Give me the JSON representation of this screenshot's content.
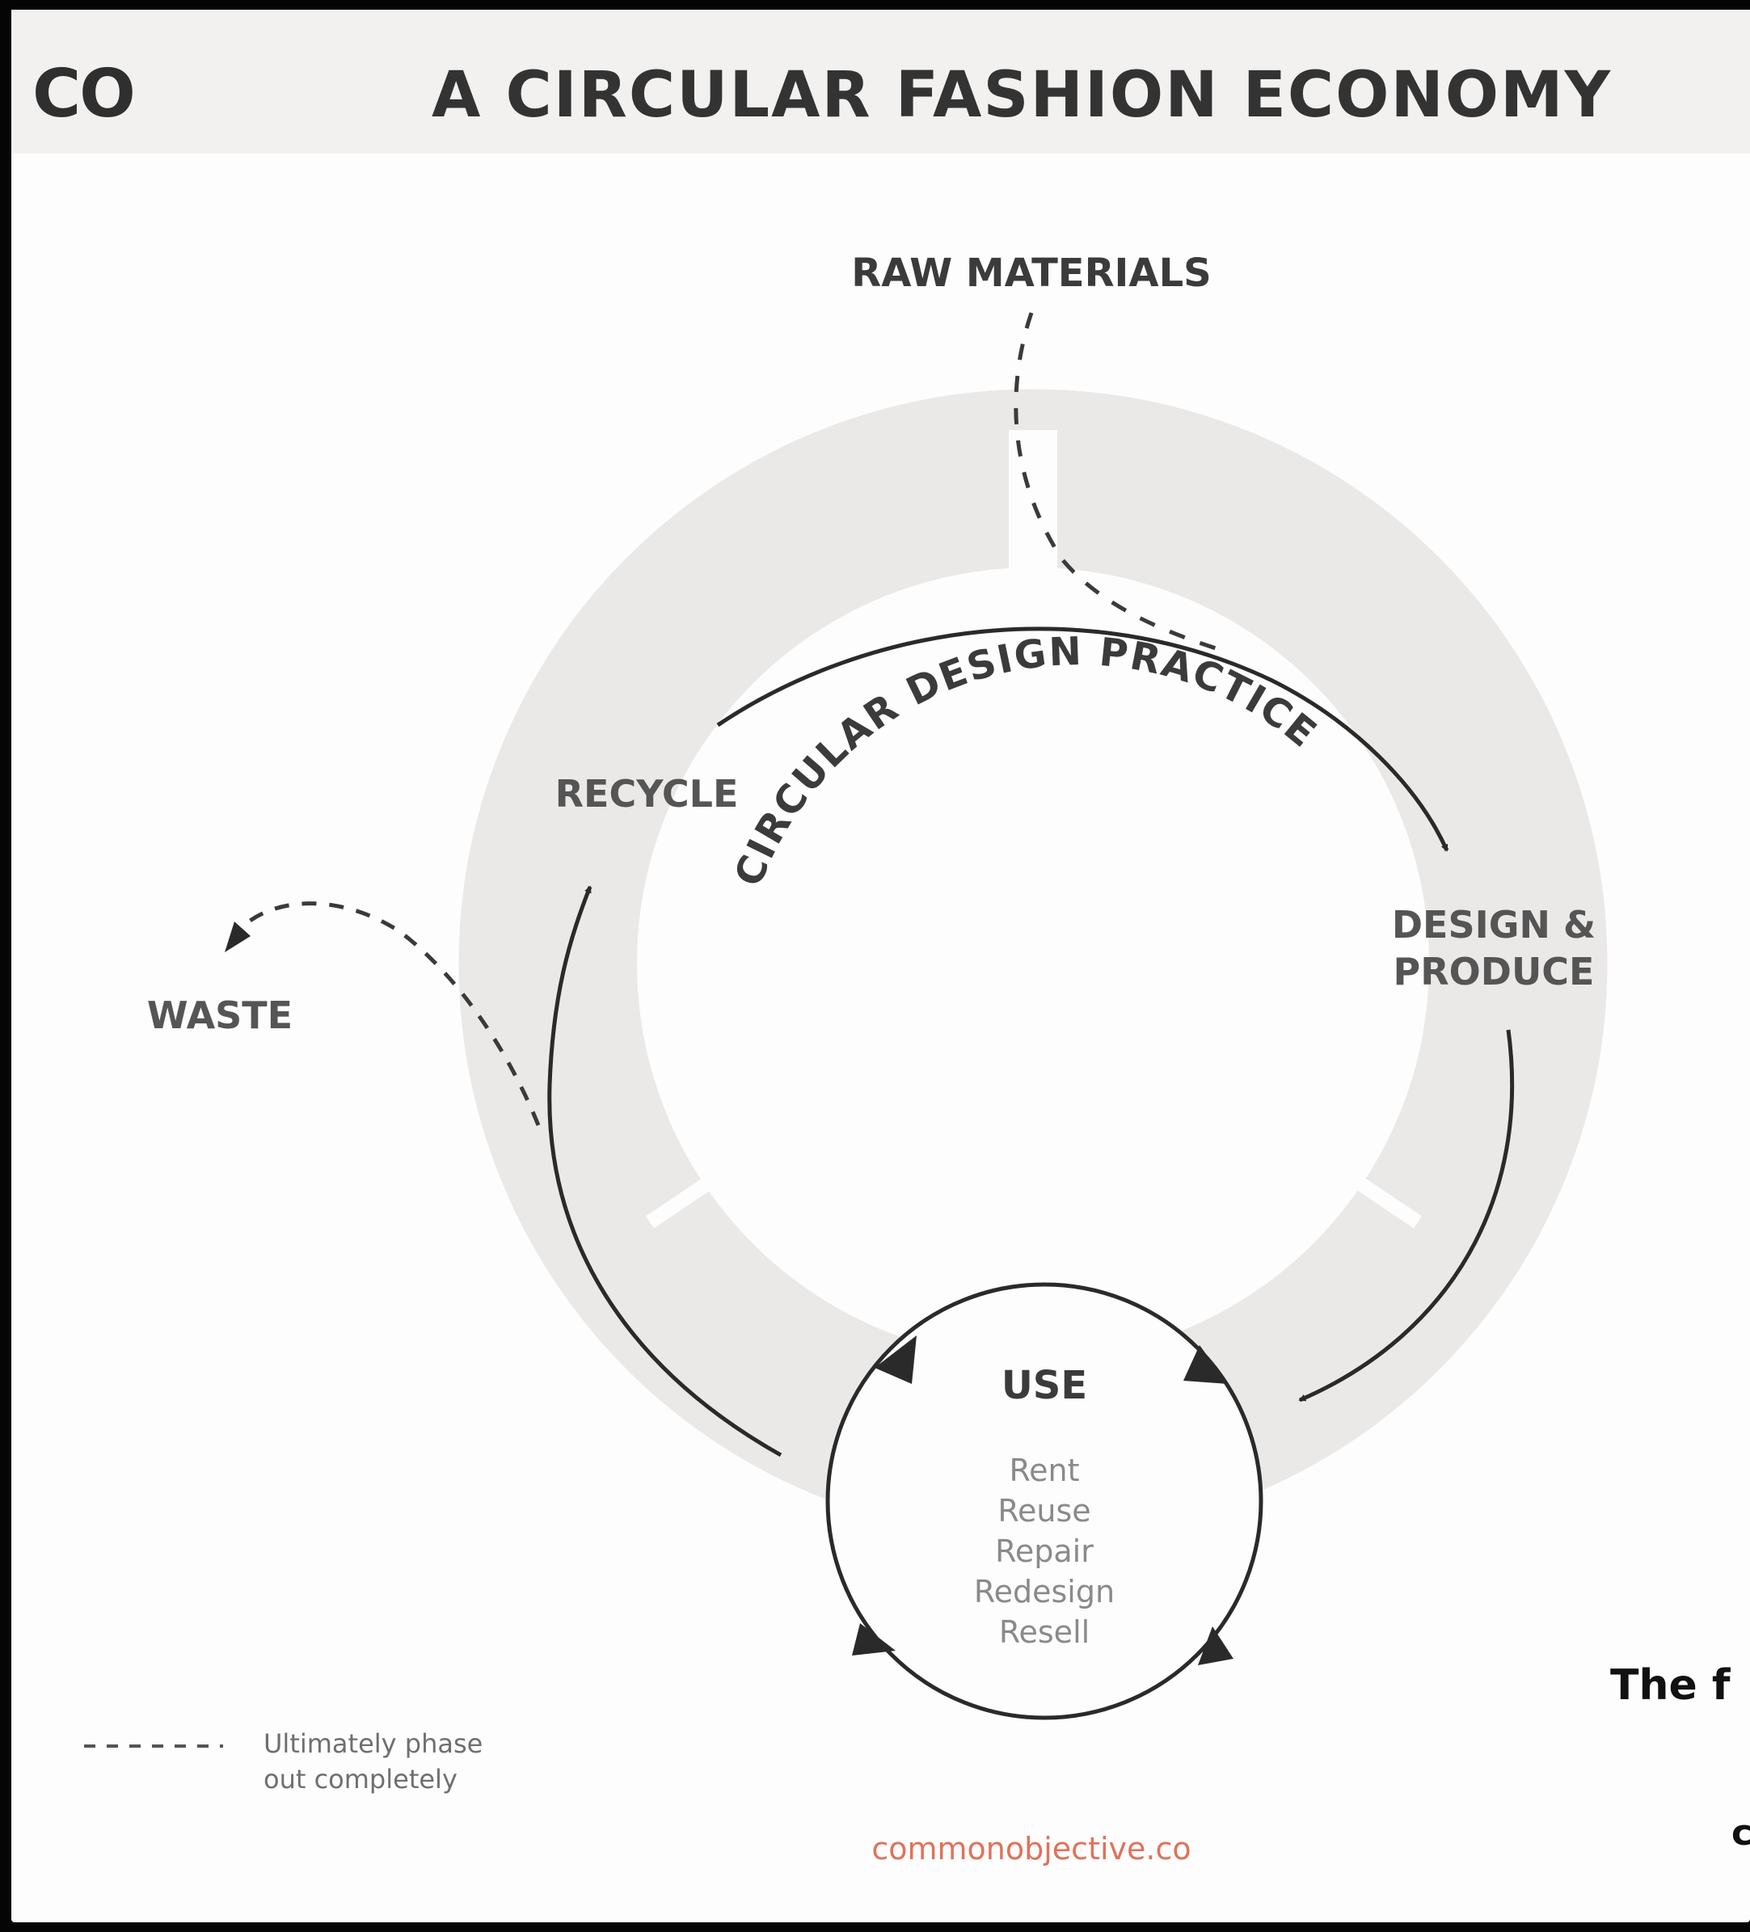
{
  "header": {
    "logo": "CO",
    "title": "A CIRCULAR FASHION ECONOMY"
  },
  "diagram": {
    "raw_materials": "RAW MATERIALS",
    "recycle": "RECYCLE",
    "design_line1": "DESIGN &",
    "design_line2": "PRODUCE",
    "waste": "WASTE",
    "center_arc": "CIRCULAR DESIGN PRACTICE",
    "use_title": "USE",
    "use_items": [
      "Rent",
      "Reuse",
      "Repair",
      "Redesign",
      "Resell"
    ]
  },
  "legend": {
    "line1": "Ultimately phase",
    "line2": "out completely"
  },
  "footer": {
    "url": "commonobjective.co"
  },
  "overlay": {
    "text1": "The f",
    "text2": "c"
  },
  "colors": {
    "background": "#fdfdfd",
    "header_band": "#f2f1ef",
    "ring": "#ebe9e7",
    "text": "#3b3b3b",
    "url": "#e0725a",
    "arrow": "#2a2a2a"
  }
}
